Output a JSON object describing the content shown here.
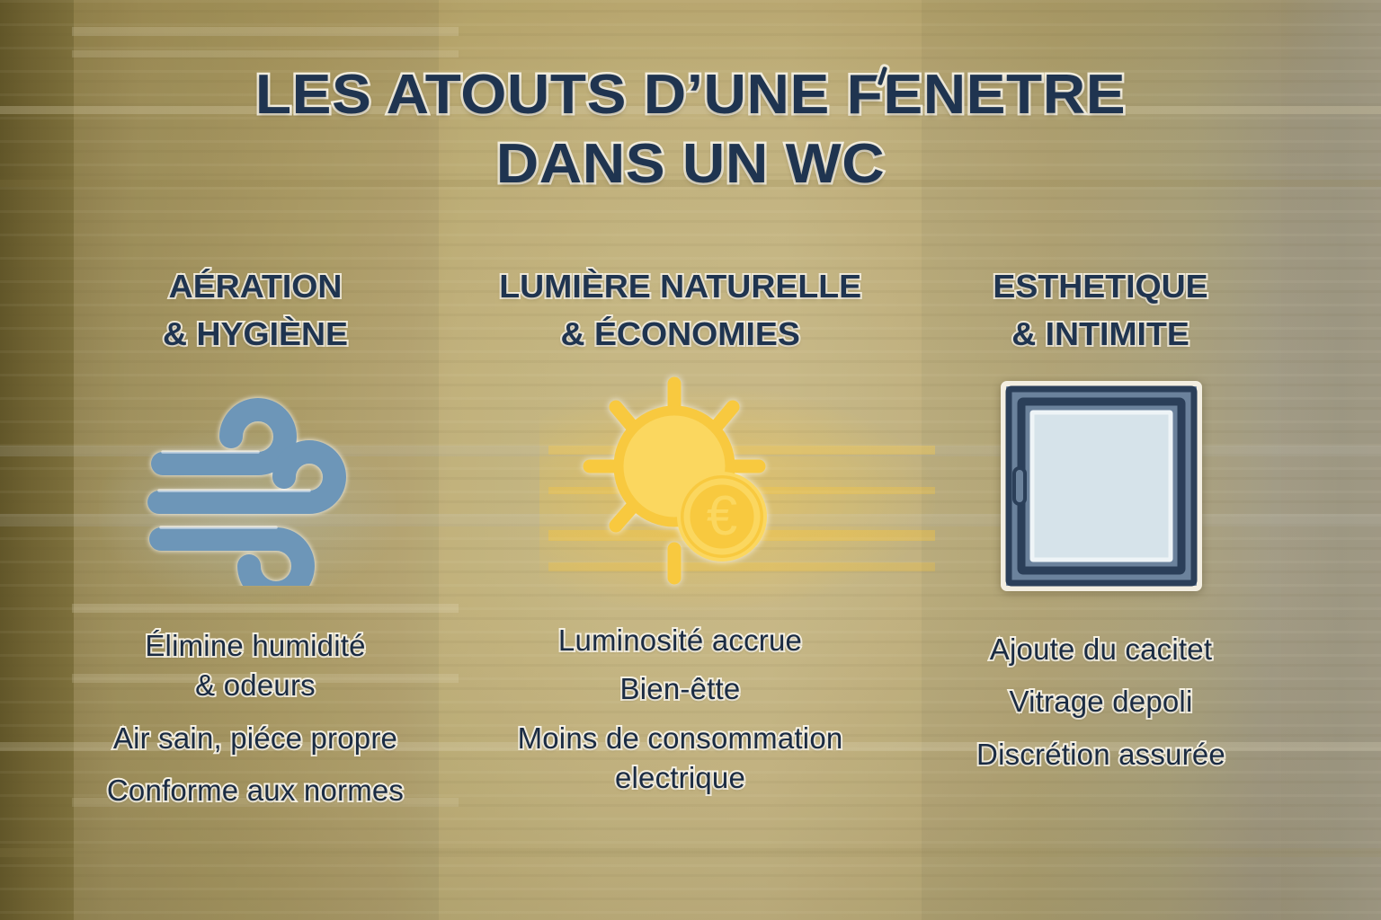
{
  "poster": {
    "title_line_1": "LES ATOUTS D’UNE FENETRE",
    "title_line_2": "DANS UN WC",
    "title_full": "LES ATOUTS D’UNE FÊNETRE DANS UN WC"
  },
  "palette": {
    "navy_text": "#1f3450",
    "text_outline": "#f4efe0",
    "background_khaki": "#b0a172",
    "background_edge_dark": "#6d6030",
    "wind_blue": "#6d96b8",
    "sun_gold": "#f8c93f",
    "sun_gold_light": "#fbd75f",
    "window_frame_navy": "#2b3f59",
    "window_frame_steel": "#6b829c",
    "window_glass": "#d6e3ea"
  },
  "columns": [
    {
      "id": "aeration",
      "heading_line_1": "AÉRATION",
      "heading_line_2": "& HYGIÈNE",
      "icon": "wind-icon",
      "bullets": [
        "Élimine humidité\n& odeurs",
        "Air sain, piéce propre",
        "Conforme aux normes"
      ]
    },
    {
      "id": "lumiere",
      "heading_line_1": "LUMIÈRE NATURELLE",
      "heading_line_2": "& ÉCONOMIES",
      "icon": "sun-euro-icon",
      "bullets": [
        "Luminosité accrue",
        "Bien-êtte",
        "Moins de consommation\nelectrique"
      ]
    },
    {
      "id": "esthetique",
      "heading_line_1": "ESTHETIQUE",
      "heading_line_2": "& INTIMITE",
      "icon": "window-icon",
      "bullets": [
        "Ajoute du cacitet",
        "Vitrage depoli",
        "Discrétion assurée"
      ]
    }
  ]
}
